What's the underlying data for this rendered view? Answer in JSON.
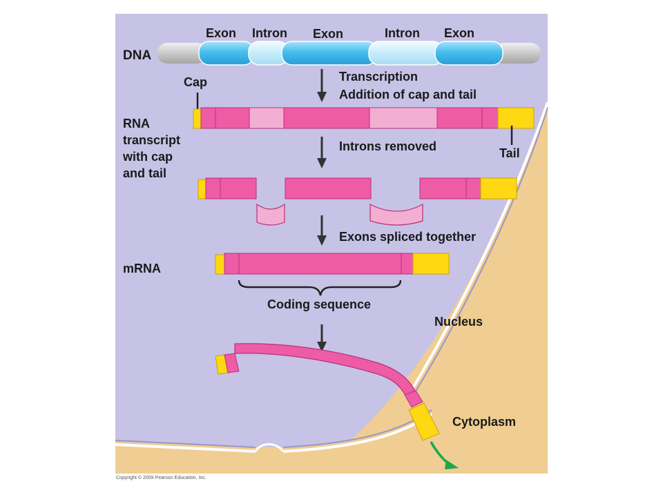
{
  "labels": {
    "exon": "Exon",
    "intron": "Intron",
    "dna": "DNA",
    "cap": "Cap",
    "tail": "Tail",
    "rna_line1": "RNA",
    "rna_line2": "transcript",
    "rna_line3": "with cap",
    "rna_line4": "and tail",
    "mrna": "mRNA",
    "coding_sequence": "Coding sequence",
    "nucleus": "Nucleus",
    "cytoplasm": "Cytoplasm"
  },
  "steps": {
    "transcription": "Transcription",
    "addition": "Addition of cap and tail",
    "introns_removed": "Introns removed",
    "exons_spliced": "Exons spliced together"
  },
  "copyright": "Copyright © 2009 Pearson Education, Inc.",
  "colors": {
    "nucleus_bg": "#c6c3e6",
    "cytoplasm": "#f0cd92",
    "dna_exon": "#56c4ee",
    "dna_intron": "#cdeefb",
    "dna_end": "#c8c8c8",
    "rna_exon": "#ee5ca6",
    "rna_intron": "#f3afd1",
    "cap_tail": "#ffd814",
    "arrow_green": "#1aa84a"
  }
}
